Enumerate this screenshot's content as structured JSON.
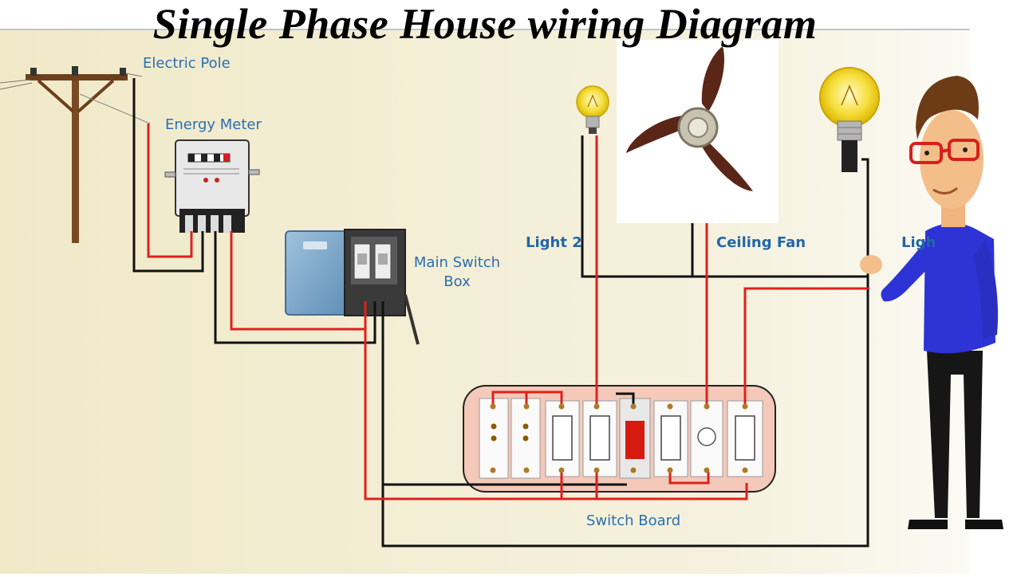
{
  "title": "Single Phase House wiring Diagram",
  "labels": {
    "electric_pole": "Electric Pole",
    "energy_meter": "Energy Meter",
    "main_switch_line1": "Main Switch",
    "main_switch_line2": "Box",
    "light2": "Light 2",
    "ceiling_fan": "Ceiling Fan",
    "light1_partial": "Ligh",
    "switch_board": "Switch Board"
  },
  "colors": {
    "background": "#f1ebcc",
    "phase_wire": "#e0201c",
    "neutral_wire": "#111111",
    "label_text": "#2a6fb0",
    "switch_board_bg": "#f4c9b9",
    "pole_wood": "#7a4a24"
  },
  "icons": [
    "electric-pole-icon",
    "energy-meter-icon",
    "main-switch-box-icon",
    "bulb-icon",
    "ceiling-fan-icon",
    "presenter-character-icon"
  ]
}
